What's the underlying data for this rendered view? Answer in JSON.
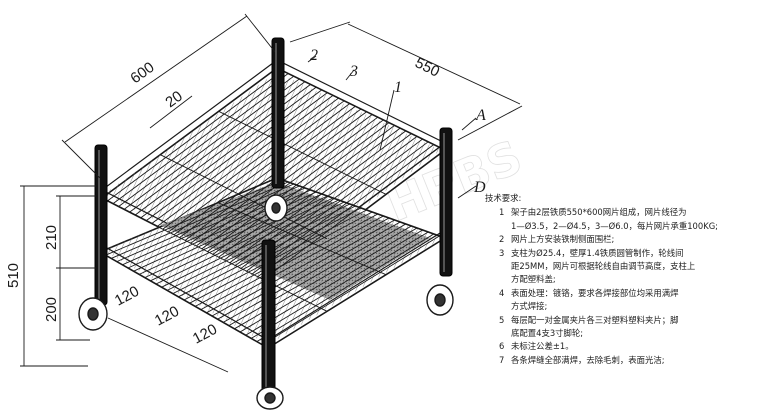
{
  "dimensions": {
    "width_600": "600",
    "pitch_20": "20",
    "depth_550": "550",
    "height_510": "510",
    "gap_210": "210",
    "bottom_200": "200",
    "spacing_a": "120",
    "spacing_b": "120",
    "spacing_c": "120"
  },
  "part_labels": {
    "p1": "1",
    "p2": "2",
    "p3": "3",
    "pA": "A",
    "pD": "D"
  },
  "watermark": "HPBS",
  "notes": {
    "title": "技术要求:",
    "items": [
      {
        "num": "1",
        "lines": [
          "架子由2层铁质550*600网片组成，网片线径为",
          "1—Ø3.5，2—Ø4.5，3—Ø6.0，每片网片承重100KG;"
        ]
      },
      {
        "num": "2",
        "lines": [
          "网片上方安装铁制侧面围栏;"
        ]
      },
      {
        "num": "3",
        "lines": [
          "支柱为Ø25.4，壁厚1.4铁质圆管制作，轮线间",
          "距25MM，网片可根据轮线自由调节高度，支柱上",
          "方配塑料盖;"
        ]
      },
      {
        "num": "4",
        "lines": [
          "表面处理：镀铬，要求各焊接部位均采用满焊",
          "方式焊接;"
        ]
      },
      {
        "num": "5",
        "lines": [
          "每层配一对金属夹片各三对塑料塑料夹片；脚",
          "底配置4支3寸脚轮;"
        ]
      },
      {
        "num": "6",
        "lines": [
          "未标注公差±1。"
        ]
      },
      {
        "num": "7",
        "lines": [
          "各条焊缝全部满焊，去除毛刺，表面光洁;"
        ]
      }
    ]
  },
  "colors": {
    "line": "#1a1a1a",
    "post": "#111111",
    "shade": "#9a9a9a"
  }
}
